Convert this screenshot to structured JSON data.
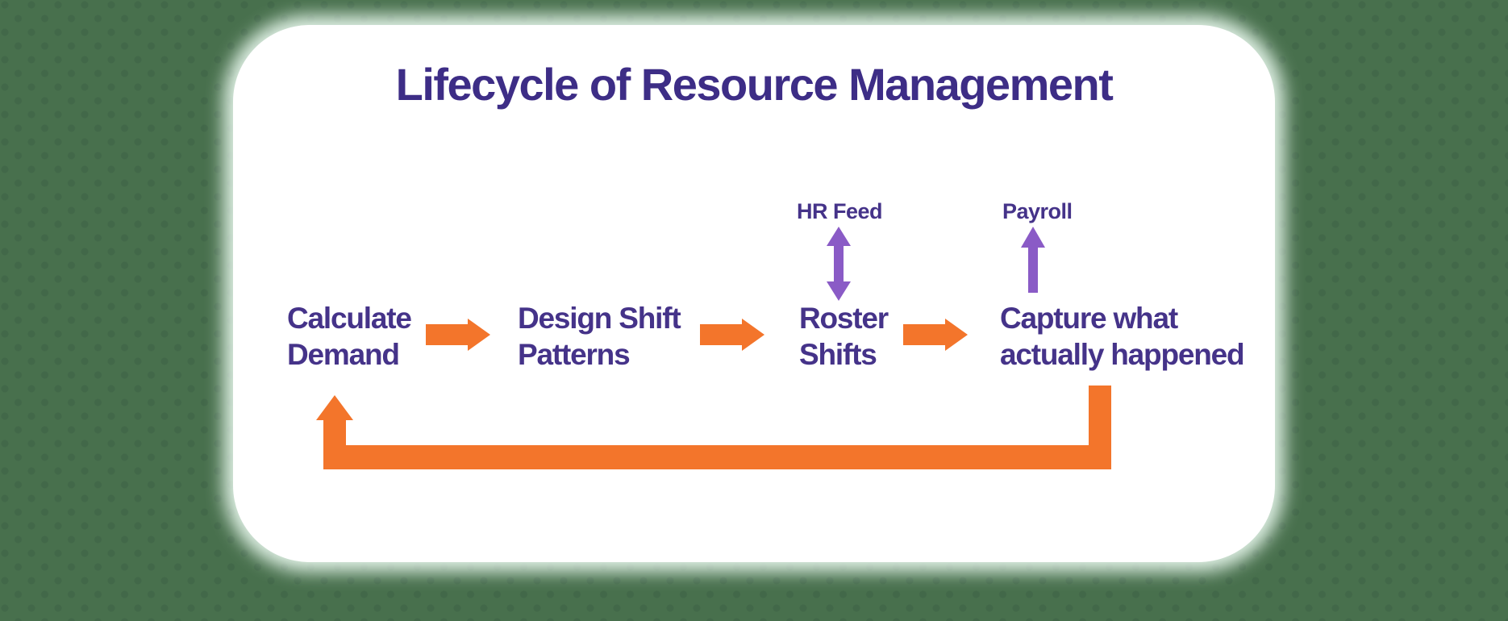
{
  "colors": {
    "background": "#48704D",
    "background_dot": "#426849",
    "card": "#FFFFFF",
    "title_text": "#3D2D86",
    "step_text": "#453389",
    "flow_arrow": "#F3752B",
    "io_arrow": "#8A5BC6"
  },
  "title": "Lifecycle of Resource Management",
  "steps": [
    {
      "line1": "Calculate",
      "line2": "Demand"
    },
    {
      "line1": "Design Shift",
      "line2": "Patterns"
    },
    {
      "line1": "Roster",
      "line2": "Shifts"
    },
    {
      "line1": "Capture what",
      "line2": "actually happened"
    }
  ],
  "io": {
    "hr_feed": "HR Feed",
    "payroll": "Payroll"
  }
}
